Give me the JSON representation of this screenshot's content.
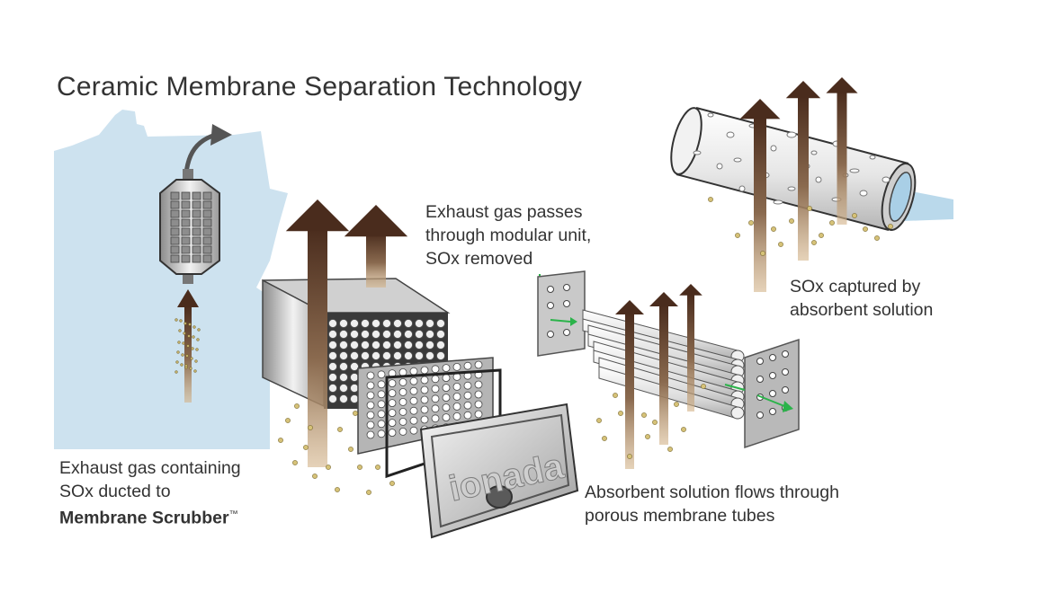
{
  "title": "Ceramic Membrane Separation Technology",
  "labels": {
    "intake": {
      "line1": "Exhaust gas containing",
      "line2": "SOx ducted to",
      "product": "Membrane Scrubber",
      "trademark": "™"
    },
    "module": {
      "line1": "Exhaust gas passes",
      "line2": "through modular unit,",
      "line3": "SOx removed"
    },
    "tubes": {
      "line1": "Absorbent solution flows through",
      "line2": "porous membrane tubes"
    },
    "capture": {
      "line1": "SOx captured by",
      "line2": "absorbent solution"
    }
  },
  "end_plate_logo": "ionada",
  "colors": {
    "ship": "#cde2ef",
    "arrow_top": "#4a2c1d",
    "arrow_bottom": "#c8a57a",
    "particle": "#d6c278",
    "flow_arrow": "#2bb34a",
    "metal_dark": "#5a5a5a",
    "metal_light": "#e8e8e8"
  },
  "icons": [
    "ship-silhouette-icon",
    "catalytic-unit-icon",
    "curved-exit-arrow-icon",
    "gas-flow-arrow-icon",
    "membrane-module-icon",
    "membrane-tube-icon",
    "end-plate-icon",
    "flow-direction-arrow-icon"
  ]
}
